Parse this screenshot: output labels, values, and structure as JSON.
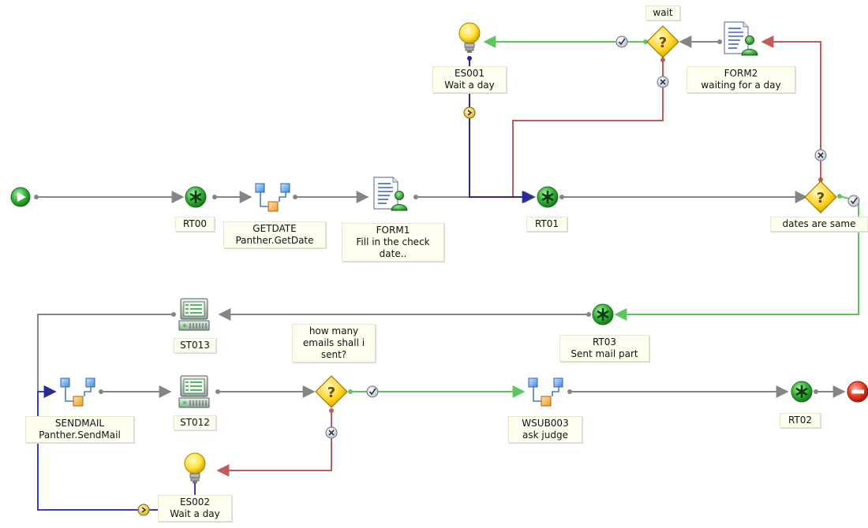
{
  "nodes": {
    "es001": {
      "id": "ES001",
      "desc": "Wait a day"
    },
    "wait_decision": {
      "label": "wait"
    },
    "form2": {
      "id": "FORM2",
      "desc": "waiting for a day"
    },
    "rt00": {
      "id": "RT00"
    },
    "getdate": {
      "id": "GETDATE",
      "desc": "Panther.GetDate"
    },
    "form1": {
      "id": "FORM1",
      "desc": "Fill in the check date.."
    },
    "rt01": {
      "id": "RT01"
    },
    "dates_decision": {
      "label": "dates are same"
    },
    "st013": {
      "id": "ST013"
    },
    "rt03": {
      "id": "RT03",
      "desc": "Sent mail part"
    },
    "emails_decision": {
      "label": "how many emails shall i sent?"
    },
    "sendmail": {
      "id": "SENDMAIL",
      "desc": "Panther.SendMail"
    },
    "st012": {
      "id": "ST012"
    },
    "wsub003": {
      "id": "WSUB003",
      "desc": "ask judge"
    },
    "rt02": {
      "id": "RT02"
    },
    "es002": {
      "id": "ES002",
      "desc": "Wait a day"
    }
  },
  "colors": {
    "flow": "#858585",
    "yes": "#5fc65f",
    "no": "#c2595b",
    "timer": "#3b3bbf",
    "label_bg": "#fffff0"
  }
}
